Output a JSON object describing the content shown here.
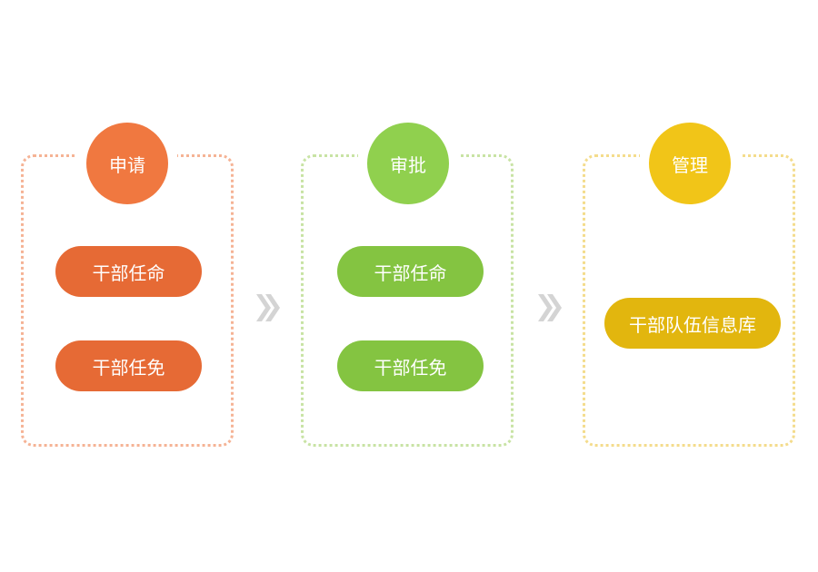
{
  "stages": [
    {
      "title": "申请",
      "items": [
        "干部任命",
        "干部任免"
      ],
      "colors": {
        "circle": "#f07840",
        "pill": "#e66a35",
        "border": "#f5b395"
      }
    },
    {
      "title": "审批",
      "items": [
        "干部任命",
        "干部任免"
      ],
      "colors": {
        "circle": "#90d04e",
        "pill": "#84c441",
        "border": "#c8e3a4"
      }
    },
    {
      "title": "管理",
      "items": [
        "干部队伍信息库"
      ],
      "colors": {
        "circle": "#f1c518",
        "pill": "#e2b60e",
        "border": "#f4dc8c"
      }
    }
  ],
  "arrows": [
    "chevron-double-right-icon",
    "chevron-double-right-icon"
  ]
}
